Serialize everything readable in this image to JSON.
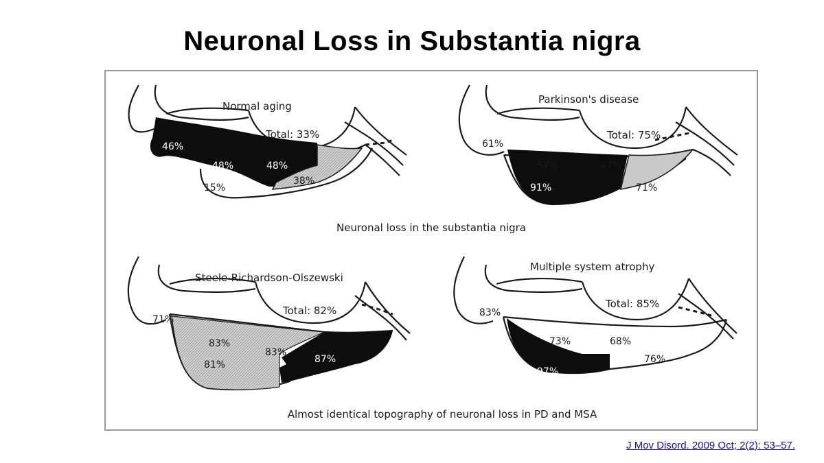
{
  "slide": {
    "title": "Neuronal Loss in Substantia nigra"
  },
  "figure": {
    "middle_caption": "Neuronal loss in the substantia nigra",
    "bottom_caption": "Almost identical topography of neuronal loss in PD and MSA",
    "panels": [
      {
        "name": "Normal aging",
        "total": "Total: 33%",
        "regions": [
          "46%",
          "48%",
          "48%",
          "15%",
          "38%"
        ]
      },
      {
        "name": "Parkinson's disease",
        "total": "Total: 75%",
        "regions": [
          "61%",
          "57%",
          "47%",
          "91%",
          "71%"
        ]
      },
      {
        "name": "Steele-Richardson-Olszewski",
        "total": "Total: 82%",
        "regions": [
          "71%",
          "83%",
          "83%",
          "81%",
          "87%"
        ]
      },
      {
        "name": "Multiple system atrophy",
        "total": "Total: 85%",
        "regions": [
          "83%",
          "73%",
          "68%",
          "97%",
          "76%"
        ]
      }
    ]
  },
  "citation": {
    "text": "J Mov Disord. 2009 Oct; 2(2): 53–57."
  },
  "colors": {
    "black_fill": "#0d0d0d",
    "gray_fill": "#c9c9c9",
    "outline": "#1a1a1a",
    "link": "#1a0dab"
  }
}
